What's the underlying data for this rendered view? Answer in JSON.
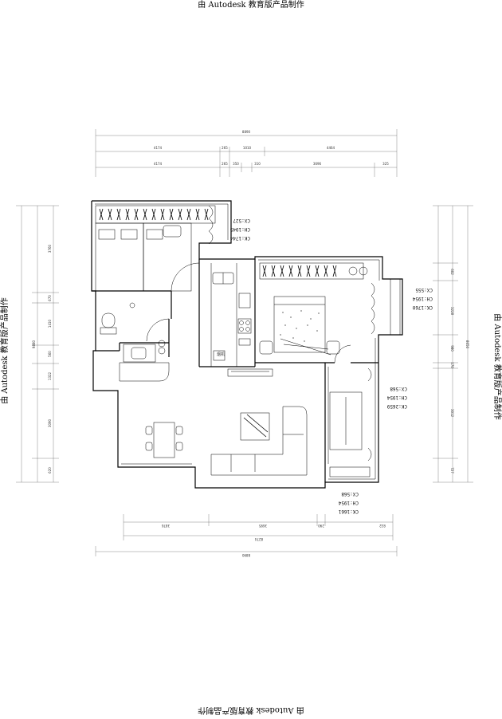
{
  "watermark": {
    "text": "由 Autodesk 教育版产品制作",
    "prefix": "由",
    "brand": "Autodesk",
    "suffix": "教育版产品制作"
  },
  "dimensions": {
    "top_total": "8890",
    "top_row_a": [
      "4174",
      "265",
      "1010",
      "4464"
    ],
    "top_row_b": [
      "4174",
      "265",
      "350",
      "310",
      "3696",
      "325"
    ],
    "bottom_row": [
      "3876",
      "3695",
      "290",
      "832"
    ],
    "bottom_total_a": "8274",
    "bottom_total_b": "8890",
    "left_total": "9880",
    "left_row": [
      "3760",
      "670",
      "1410",
      "560",
      "1322",
      "3090",
      "620"
    ],
    "right_total": "8650",
    "right_row": [
      "602",
      "3228",
      "980",
      "170",
      "3012",
      "727"
    ]
  },
  "annotations": {
    "top_left": [
      "CX:527",
      "CH:1945",
      "CK:1744"
    ],
    "right_top": [
      "CX:555",
      "CH:1954",
      "CK:1760"
    ],
    "right_mid": [
      "CX:568",
      "CH:1954",
      "CK:2659"
    ],
    "bottom": [
      "CX:568",
      "CH:1954",
      "CK:1661"
    ]
  },
  "labels": {
    "kitchen_appliance": "烟机"
  },
  "colors": {
    "line": "#000000",
    "background": "#ffffff"
  }
}
